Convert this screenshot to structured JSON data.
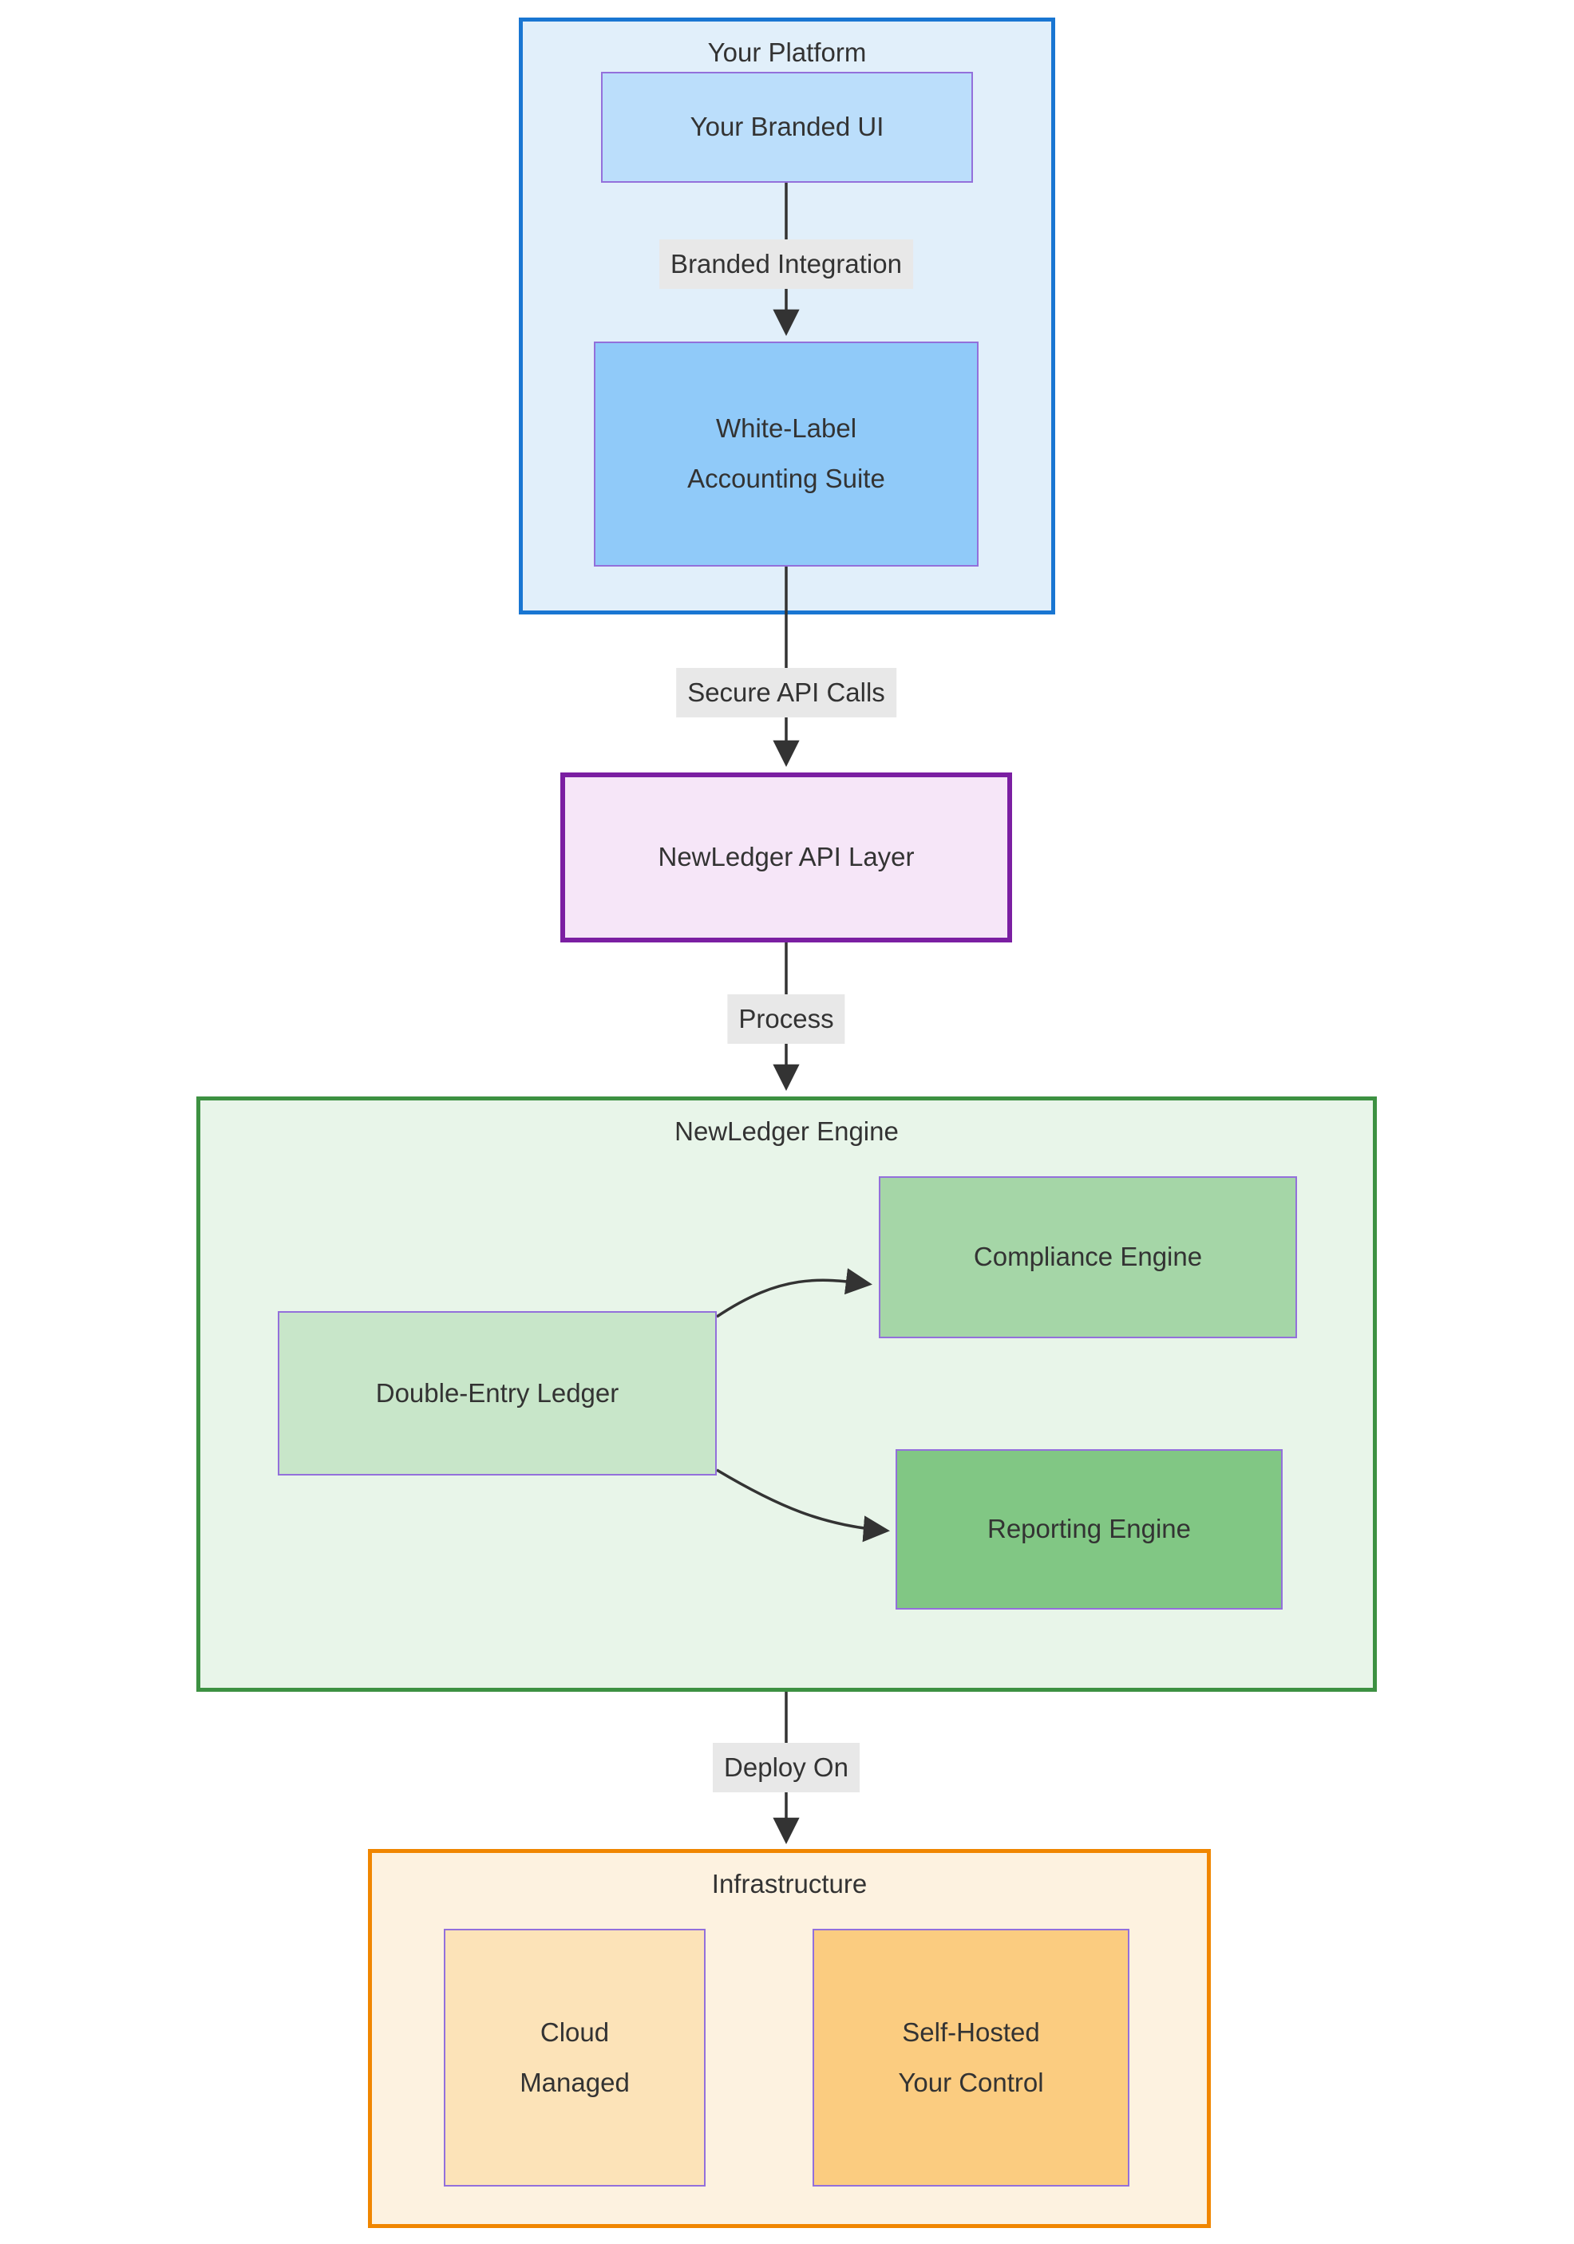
{
  "diagram": {
    "kind": "flowchart",
    "text_color": "#333333",
    "edge_color": "#333333",
    "edge_label_bg": "#e8e8e8",
    "node_border_color": "#9370db",
    "groups": {
      "platform": {
        "title": "Your Platform",
        "fill": "#e1effa",
        "border": "#1976d2"
      },
      "engine": {
        "title": "NewLedger Engine",
        "fill": "#e8f5e9",
        "border": "#3d9142"
      },
      "infrastructure": {
        "title": "Infrastructure",
        "fill": "#fdf2e0",
        "border": "#f08600"
      }
    },
    "nodes": {
      "branded_ui": {
        "label": "Your Branded UI",
        "fill": "#bbdefb"
      },
      "white_label": {
        "lines": [
          "White-Label",
          "Accounting Suite"
        ],
        "fill": "#90caf9"
      },
      "api_layer": {
        "label": "NewLedger API Layer",
        "fill": "#f6e6f8",
        "border": "#7b1fa2"
      },
      "compliance": {
        "label": "Compliance Engine",
        "fill": "#a5d6a7"
      },
      "ledger": {
        "label": "Double-Entry Ledger",
        "fill": "#c8e6c9"
      },
      "reporting": {
        "label": "Reporting Engine",
        "fill": "#81c784"
      },
      "cloud": {
        "lines": [
          "Cloud",
          "Managed"
        ],
        "fill": "#fce3b8"
      },
      "self_hosted": {
        "lines": [
          "Self-Hosted",
          "Your Control"
        ],
        "fill": "#fbcc80"
      }
    },
    "edges": {
      "branded_integration": {
        "label": "Branded Integration"
      },
      "secure_api_calls": {
        "label": "Secure API Calls"
      },
      "process": {
        "label": "Process"
      },
      "deploy_on": {
        "label": "Deploy On"
      }
    }
  }
}
